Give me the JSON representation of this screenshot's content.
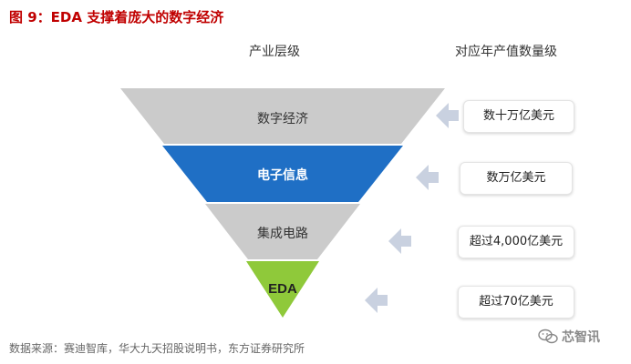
{
  "figure": {
    "title": "图 9：EDA 支撑着庞大的数字经济",
    "source": "数据来源：赛迪智库，华大九天招股说明书，东方证券研究所"
  },
  "headers": {
    "left": "产业层级",
    "right": "对应年产值数量级"
  },
  "tiers": [
    {
      "label": "数字经济",
      "value": "数十万亿美元",
      "color": "#cbcbcb"
    },
    {
      "label": "电子信息",
      "value": "数万亿美元",
      "color": "#1f6fc5"
    },
    {
      "label": "集成电路",
      "value": "超过4,000亿美元",
      "color": "#cbcbcb"
    },
    {
      "label": "EDA",
      "value": "超过70亿美元",
      "color": "#8fc93a"
    }
  ],
  "arrow_color": "#c9d1e0",
  "watermark": {
    "text": "芯智讯",
    "icon": "wechat-icon"
  }
}
